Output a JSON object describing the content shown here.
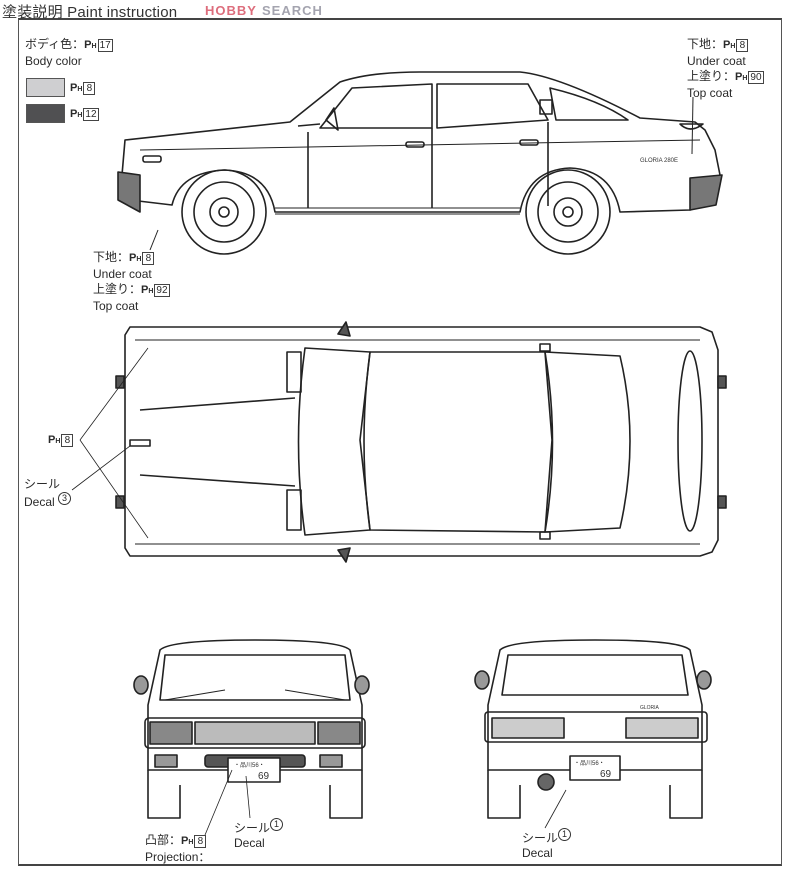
{
  "title": "塗装説明 Paint instruction",
  "watermark": {
    "left": "HOBBY",
    "right": "SEARCH"
  },
  "body_color": {
    "jp": "ボディ色：",
    "en": "Body color",
    "code": "17",
    "swatches": [
      {
        "color": "#cfcfd1",
        "code": "8"
      },
      {
        "color": "#505052",
        "code": "12"
      }
    ]
  },
  "ph_prefix": {
    "p": "P",
    "h": "H"
  },
  "spoiler_callout": {
    "under_jp": "下地：",
    "under_code": "8",
    "under_en": "Under coat",
    "top_jp": "上塗り：",
    "top_code": "90",
    "top_en": "Top coat"
  },
  "mirror_callout": {
    "under_jp": "下地：",
    "under_code": "8",
    "under_en": "Under coat",
    "top_jp": "上塗り：",
    "top_code": "92",
    "top_en": "Top coat"
  },
  "top_view_callouts": {
    "ph_code": "8",
    "decal_jp": "シール",
    "decal_en": "Decal",
    "decal_no": "3"
  },
  "front_callouts": {
    "proj_jp": "凸部：",
    "proj_code": "8",
    "proj_en": "Projection：",
    "decal_jp": "シール",
    "decal_en": "Decal",
    "decal_no": "1"
  },
  "rear_callouts": {
    "decal_jp": "シール",
    "decal_en": "Decal",
    "decal_no": "1"
  },
  "car_badge": "GLORIA 280E",
  "rear_badge": "GLORIA",
  "plate": {
    "top": "・品川56・",
    "number": "69"
  }
}
